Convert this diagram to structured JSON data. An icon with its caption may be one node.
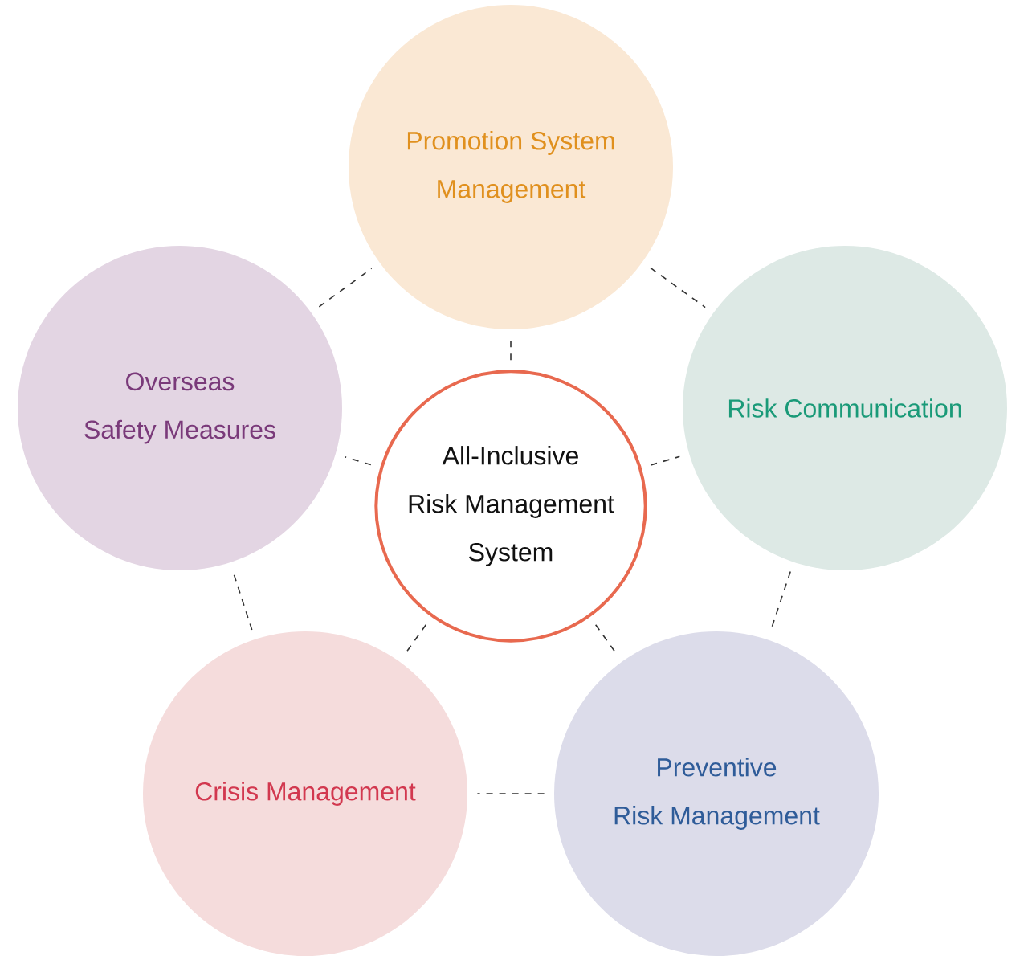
{
  "diagram": {
    "nodes": [
      {
        "text": [
          "Promotion System Management"
        ]
      },
      {
        "text": [
          "Overseas Safety Measures"
        ]
      },
      {
        "text": [
          "Risk Communication"
        ]
      },
      {
        "text": [
          "All-Inclusive Risk Management System"
        ]
      },
      {
        "text": [
          "Crisis Management"
        ]
      },
      {
        "text": [
          "Preventive Risk Management"
        ]
      }
    ],
    "edges": [
      {
        "from": 3,
        "to": 0,
        "arrow": "none",
        "style": "dashed"
      },
      {
        "from": 3,
        "to": 1,
        "arrow": "none",
        "style": "dashed"
      },
      {
        "from": 3,
        "to": 2,
        "arrow": "none",
        "style": "dashed"
      },
      {
        "from": 3,
        "to": 4,
        "arrow": "none",
        "style": "dashed"
      },
      {
        "from": 3,
        "to": 5,
        "arrow": "none",
        "style": "dashed"
      },
      {
        "from": 0,
        "to": 2,
        "arrow": "none",
        "style": "dashed"
      },
      {
        "from": 2,
        "to": 5,
        "arrow": "none",
        "style": "dashed"
      },
      {
        "from": 5,
        "to": 4,
        "arrow": "none",
        "style": "dashed"
      },
      {
        "from": 4,
        "to": 1,
        "arrow": "none",
        "style": "dashed"
      },
      {
        "from": 1,
        "to": 0,
        "arrow": "none",
        "style": "dashed"
      }
    ]
  }
}
